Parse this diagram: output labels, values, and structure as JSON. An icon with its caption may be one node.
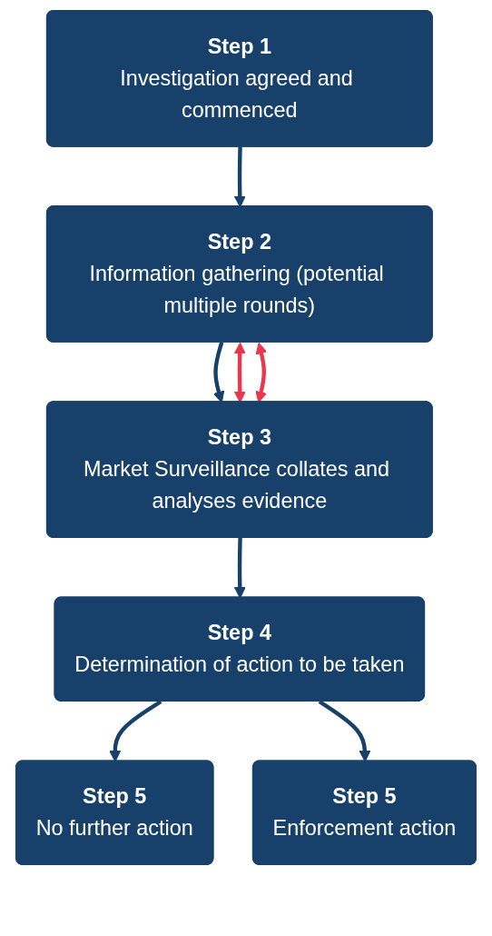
{
  "diagram": {
    "nodes": [
      {
        "text": [
          "Step 1",
          "Investigation agreed and commenced"
        ]
      },
      {
        "text": [
          "Step 2",
          "Information gathering (potential multiple rounds)"
        ]
      },
      {
        "text": [
          "Step 3",
          "Market Surveillance collates and analyses evidence"
        ]
      },
      {
        "text": [
          "Step 4",
          "Determination of action to be taken"
        ]
      },
      {
        "text": [
          "Step 5",
          "No further action"
        ]
      },
      {
        "text": [
          "Step 5",
          "Enforcement action"
        ]
      }
    ],
    "edges": [
      {
        "from": 0,
        "to": 1,
        "arrow": "to"
      },
      {
        "from": 1,
        "to": 2,
        "arrow": "to"
      },
      {
        "from": 1,
        "to": 2,
        "arrow": "both",
        "color": "#e8384f"
      },
      {
        "from": 1,
        "to": 2,
        "arrow": "both",
        "color": "#e8384f"
      },
      {
        "from": 2,
        "to": 3,
        "arrow": "to"
      },
      {
        "from": 3,
        "to": 4,
        "arrow": "to"
      },
      {
        "from": 3,
        "to": 5,
        "arrow": "to"
      }
    ]
  }
}
